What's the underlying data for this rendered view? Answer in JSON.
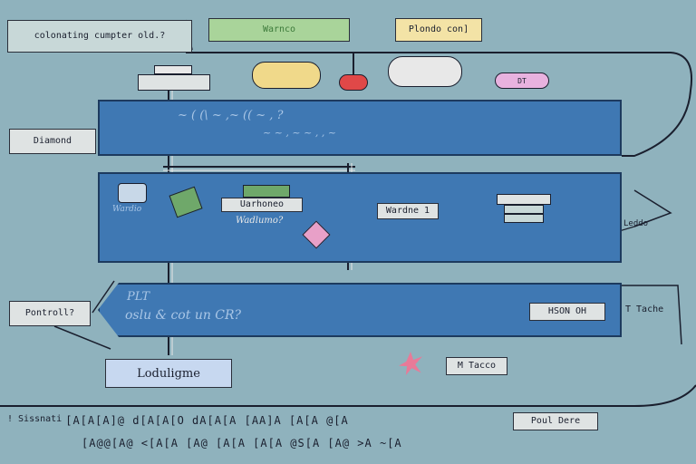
{
  "top": {
    "question_label": "colonating cumpter old.?",
    "green_tab_label": "Warnco",
    "yellow_tab_label": "Plondo con]"
  },
  "pills": {
    "server_label": "",
    "gold_label": "",
    "red_label": "",
    "cloud_label": "",
    "pink_label": "DT"
  },
  "side_labels": {
    "left_top": "Diamond",
    "left_bottom": "Pontroll?",
    "blue_bottom": "Loduligme"
  },
  "bands": {
    "top_scribble": "~ ( (\\ ~ ,~ (( ~ , ?",
    "top_scribble_sub": "~ ~ , ~ ~ , , ~",
    "mid_monitor_label": "Wardio",
    "mid_panel_label": "Uarhoneo",
    "mid_panel_sub": "Wadlumo?",
    "mid_badge": "Wardne 1",
    "mid_right_label": "Leddo",
    "bottom_scribble": "PLT",
    "bottom_scribble_sub": "oslu & cot un CR?",
    "bottom_right_box": "HSON OH",
    "bottom_right_text": "T Tache"
  },
  "callouts": {
    "m_tacco": "M Tacco",
    "right_box": "Poul Dere"
  },
  "bottom_rows": {
    "row1_prefix": "! Sissnati",
    "row1": "[A[A[A]@  d[A[A[O  dA[A[A  [AA]A  [A[A  @[A",
    "row2": "[A@@[A@  <[A[A  [A@  [A[A  [A[A  @S[A  [A@  >A  ~[A"
  },
  "colors": {
    "background": "#8fb2bd",
    "band_blue": "#3f78b3",
    "green_tab": "#a9d49a",
    "yellow_tab": "#f3e3a6",
    "red_pill": "#e04848",
    "pink_pill": "#e8b2df",
    "blue_box": "#c7d8f0"
  }
}
